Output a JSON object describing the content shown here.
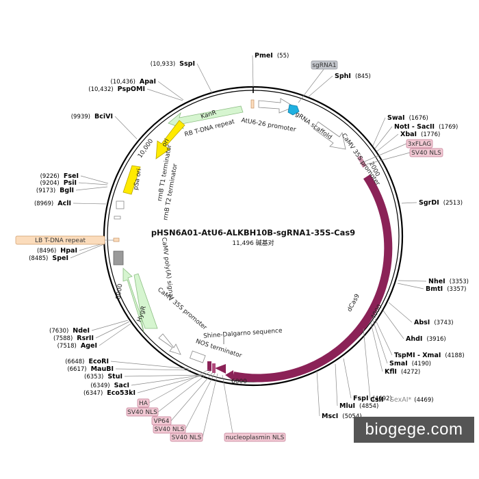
{
  "plasmid": {
    "name": "pHSN6A01-AtU6-ALKBH10B-sgRNA1-35S-Cas9",
    "length_label": "11,496 碱基对"
  },
  "ticks": [
    {
      "label": "2000"
    },
    {
      "label": "4000"
    },
    {
      "label": "6000"
    },
    {
      "label": "8000"
    },
    {
      "label": "10,000"
    }
  ],
  "sites": [
    {
      "name": "PmeI",
      "pos": "(55)"
    },
    {
      "name": "SphI",
      "pos": "(845)"
    },
    {
      "name": "SwaI",
      "pos": "(1676)"
    },
    {
      "name": "NotI - SacII",
      "pos": "(1769)"
    },
    {
      "name": "XbaI",
      "pos": "(1776)"
    },
    {
      "name": "SgrDI",
      "pos": "(2513)"
    },
    {
      "name": "NheI",
      "pos": "(3353)"
    },
    {
      "name": "BmtI",
      "pos": "(3357)"
    },
    {
      "name": "AbsI",
      "pos": "(3743)"
    },
    {
      "name": "AhdI",
      "pos": "(3916)"
    },
    {
      "name": "TspMI - XmaI",
      "pos": "(4188)"
    },
    {
      "name": "SmaI",
      "pos": "(4190)"
    },
    {
      "name": "KflI",
      "pos": "(4272)"
    },
    {
      "name": "FspI",
      "pos": "(4692)"
    },
    {
      "name": "MluI",
      "pos": "(4854)"
    },
    {
      "name": "MscI",
      "pos": "(5054)"
    },
    {
      "name": "SspI",
      "pos": "(10,933)"
    },
    {
      "name": "ApaI",
      "pos": "(10,436)"
    },
    {
      "name": "PspOMI",
      "pos": "(10,432)"
    },
    {
      "name": "BciVI",
      "pos": "(9939)"
    },
    {
      "name": "FseI",
      "pos": "(9226)"
    },
    {
      "name": "PsiI",
      "pos": "(9204)"
    },
    {
      "name": "BglI",
      "pos": "(9173)"
    },
    {
      "name": "AclI",
      "pos": "(8969)"
    },
    {
      "name": "HpaI",
      "pos": "(8496)"
    },
    {
      "name": "SpeI",
      "pos": "(8485)"
    },
    {
      "name": "NdeI",
      "pos": "(7630)"
    },
    {
      "name": "RsrII",
      "pos": "(7588)"
    },
    {
      "name": "AgeI",
      "pos": "(7518)"
    },
    {
      "name": "EcoRI",
      "pos": "(6648)"
    },
    {
      "name": "MauBI",
      "pos": "(6617)"
    },
    {
      "name": "StuI",
      "pos": "(6353)"
    },
    {
      "name": "SacI",
      "pos": "(6349)"
    },
    {
      "name": "Eco53kI",
      "pos": "(6347)"
    }
  ],
  "csi_site": {
    "name": "CsiI",
    "alias": " - SexAI*",
    "pos": "(4469)"
  },
  "pills": [
    {
      "label": "sgRNA1"
    },
    {
      "label": "3xFLAG"
    },
    {
      "label": "SV40 NLS"
    },
    {
      "label": "LB T-DNA repeat"
    },
    {
      "label": "HA"
    },
    {
      "label": "SV40 NLS"
    },
    {
      "label": "VP64"
    },
    {
      "label": "SV40 NLS"
    },
    {
      "label": "SV40 NLS"
    },
    {
      "label": "nucleoplasmin NLS"
    }
  ],
  "features": [
    {
      "label": "KanR"
    },
    {
      "label": "RB T-DNA repeat"
    },
    {
      "label": "AtU6-26 promoter"
    },
    {
      "label": "gRNA scaffold"
    },
    {
      "label": "CaMV 35S promoter"
    },
    {
      "label": "ori"
    },
    {
      "label": "pSa ori"
    },
    {
      "label": "rrnB T1 terminator"
    },
    {
      "label": "rrnB T2 terminator"
    },
    {
      "label": "CaMV poly(A) signal"
    },
    {
      "label": "HygR"
    },
    {
      "label": "CaMV 35S promoter"
    },
    {
      "label": "dCas9"
    },
    {
      "label": "Shine-Dalgarno sequence"
    },
    {
      "label": "NOS terminator"
    }
  ],
  "colors": {
    "cas9": "#8b2257",
    "resistance": "#d6f5d0",
    "origin": "#ffea00",
    "grna": "#1fb0e0",
    "nls_pill": "#f2c9d4",
    "grey_pill": "#c3c6cc",
    "lb_pill": "#fbdcbc",
    "promoter": "#ffffff"
  },
  "watermark": "biogege.com"
}
